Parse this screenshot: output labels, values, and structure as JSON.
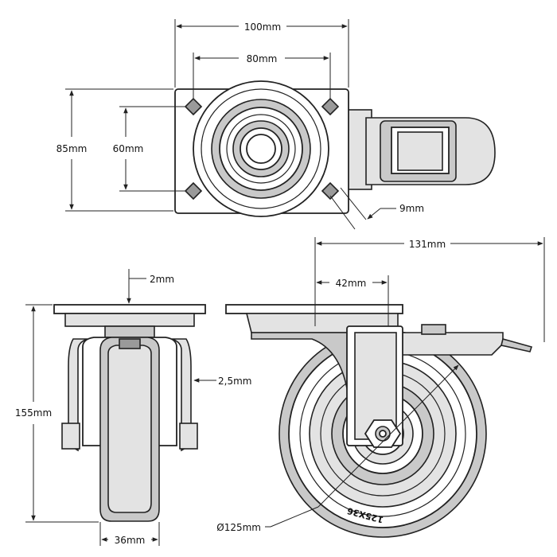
{
  "dimensions": {
    "plate_width": "100mm",
    "bolt_spacing_x": "80mm",
    "plate_depth": "85mm",
    "bolt_spacing_y": "60mm",
    "bolt_hole": "9mm",
    "overall_length": "131mm",
    "offset": "42mm",
    "plate_thickness": "2mm",
    "fork_thickness": "2,5mm",
    "overall_height": "155mm",
    "wheel_width": "36mm",
    "wheel_diameter": "Ø125mm"
  },
  "tire_marking": "125X36",
  "colors": {
    "line": "#222222",
    "tire": "#c9c9c9",
    "background": "#ffffff"
  }
}
